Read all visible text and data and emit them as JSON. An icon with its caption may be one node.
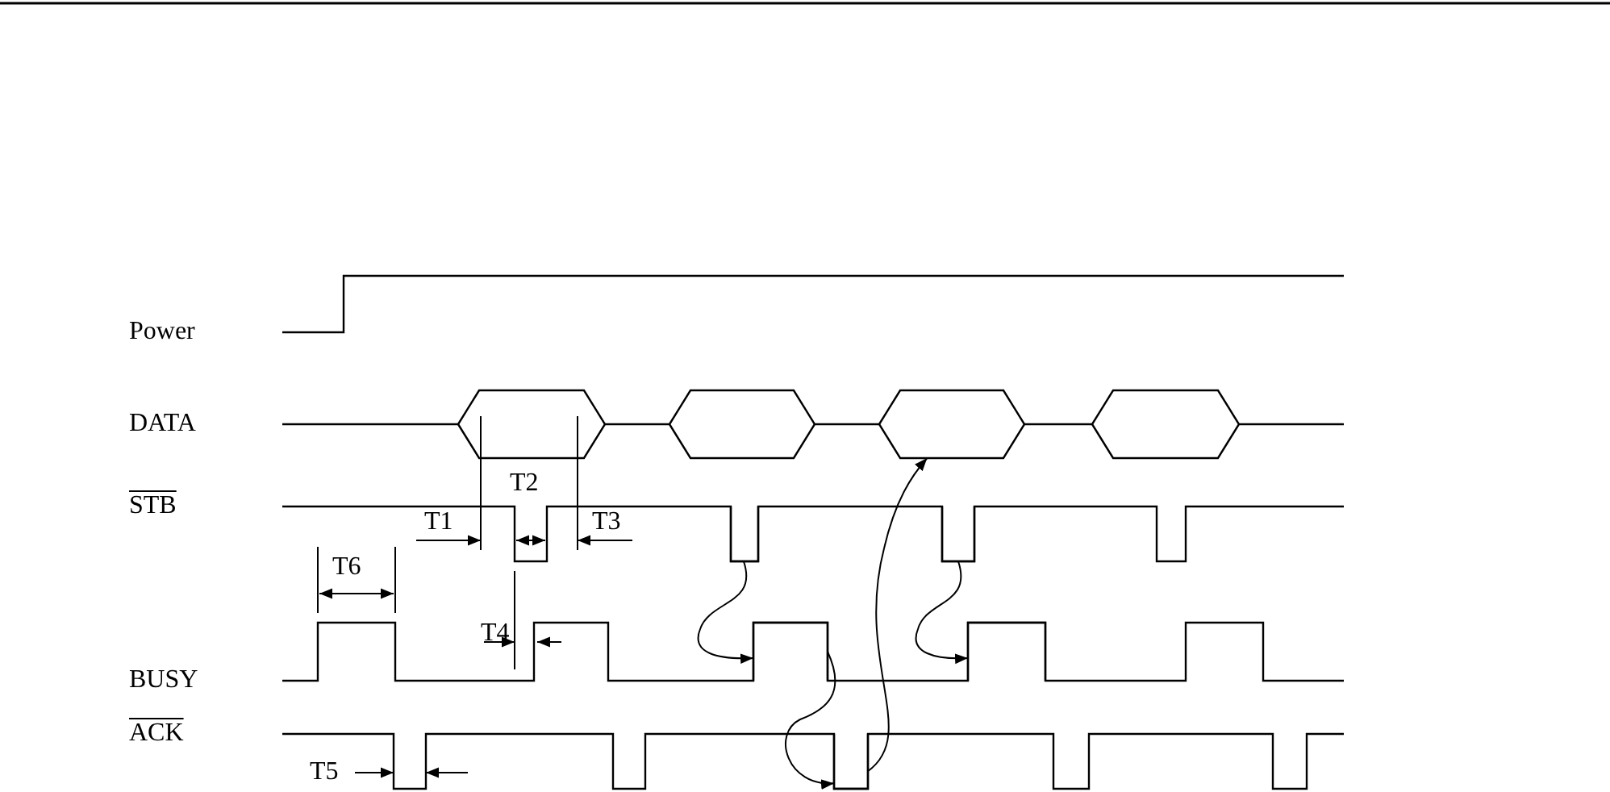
{
  "diagram": {
    "nodes": [
      {
        "text": [],
        "shape": "hexagon"
      },
      {
        "text": [],
        "shape": "bar"
      },
      {
        "text": [],
        "shape": "bar"
      },
      {
        "text": [],
        "shape": "bar"
      },
      {
        "text": [],
        "shape": "bar"
      },
      {
        "text": [],
        "shape": "bar"
      }
    ],
    "edges": [
      {
        "from": 1,
        "to": 2,
        "arrow": "to"
      },
      {
        "from": 2,
        "to": 3,
        "arrow": "to"
      },
      {
        "from": 3,
        "to": 0,
        "arrow": "to"
      },
      {
        "from": 4,
        "to": 5,
        "arrow": "to"
      }
    ],
    "labels": [
      "Power",
      "DATA",
      "STB",
      "BUSY",
      "ACK",
      "T1",
      "T2",
      "T3",
      "T4",
      "T5",
      "T6"
    ]
  }
}
